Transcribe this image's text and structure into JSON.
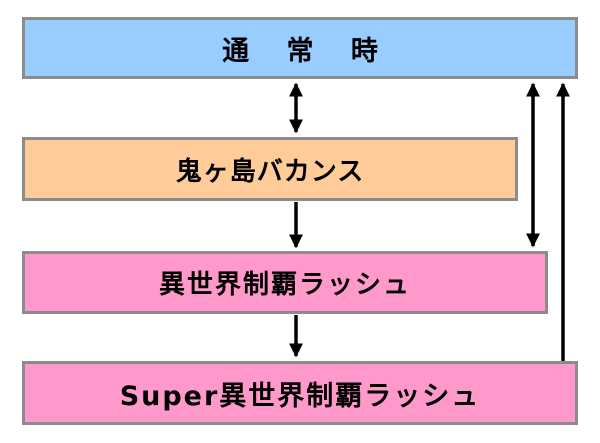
{
  "diagram": {
    "nodes": [
      {
        "id": "normal",
        "label": "通 常 時",
        "color": "#99ccff"
      },
      {
        "id": "onigashima",
        "label": "鬼ヶ島バカンス",
        "color": "#ffcc99"
      },
      {
        "id": "isekai",
        "label": "異世界制覇ラッシュ",
        "color": "#ff99cc"
      },
      {
        "id": "super",
        "label": "Super異世界制覇ラッシュ",
        "color": "#ff99cc"
      }
    ],
    "edges": [
      {
        "from": "normal",
        "to": "onigashima",
        "style": "double"
      },
      {
        "from": "onigashima",
        "to": "isekai",
        "style": "single"
      },
      {
        "from": "isekai",
        "to": "super",
        "style": "single"
      },
      {
        "from": "normal",
        "to": "isekai",
        "style": "double"
      },
      {
        "from": "super",
        "to": "normal",
        "style": "single"
      }
    ],
    "colors": {
      "border": "#8c8c8c",
      "arrow": "#000000"
    }
  }
}
